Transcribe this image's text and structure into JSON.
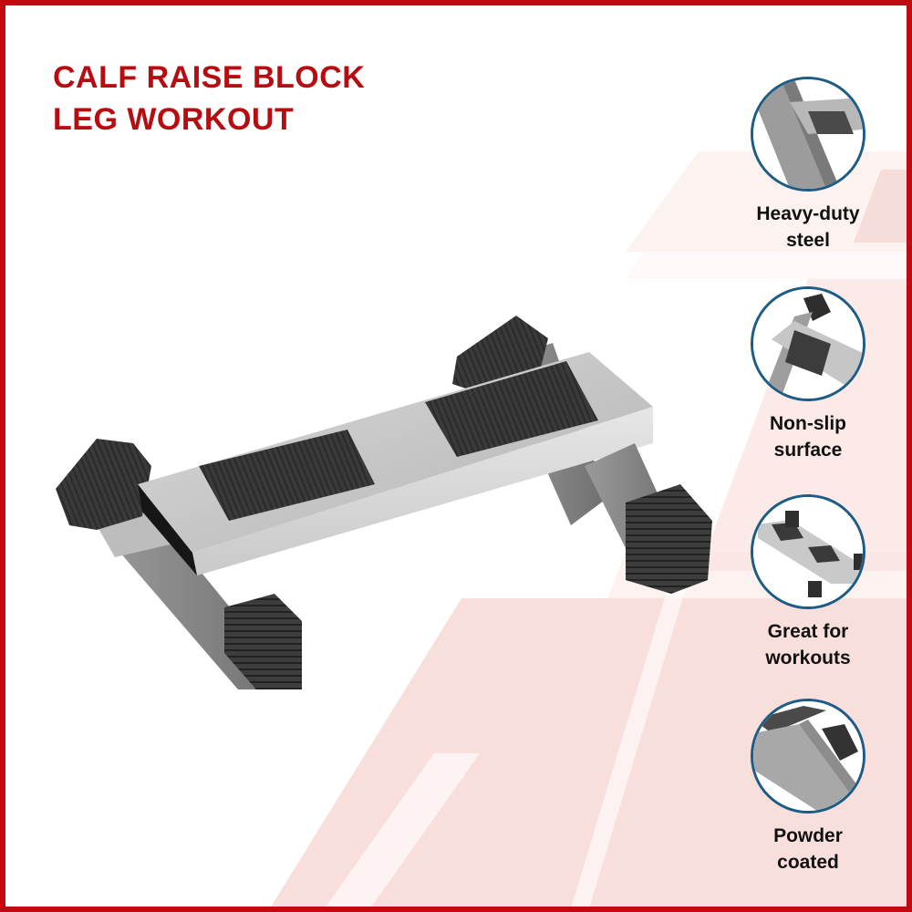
{
  "title": {
    "line1": "CALF RAISE BLOCK",
    "line2": "LEG WORKOUT"
  },
  "product_image": {
    "alt": "Calf raise block with non-slip pads and rubber feet"
  },
  "features": [
    {
      "icon": "steel-frame-icon",
      "line1": "Heavy-duty",
      "line2": "steel"
    },
    {
      "icon": "non-slip-pad-icon",
      "line1": "Non-slip",
      "line2": "surface"
    },
    {
      "icon": "workout-block-icon",
      "line1": "Great for",
      "line2": "workouts"
    },
    {
      "icon": "powder-coated-tube-icon",
      "line1": "Powder",
      "line2": "coated"
    }
  ],
  "colors": {
    "brand_red": "#c00a0f",
    "title_red": "#b50d12",
    "circle_border": "#1d5c84",
    "stripe_pink": "#f6d6d3",
    "label_text": "#111111"
  }
}
